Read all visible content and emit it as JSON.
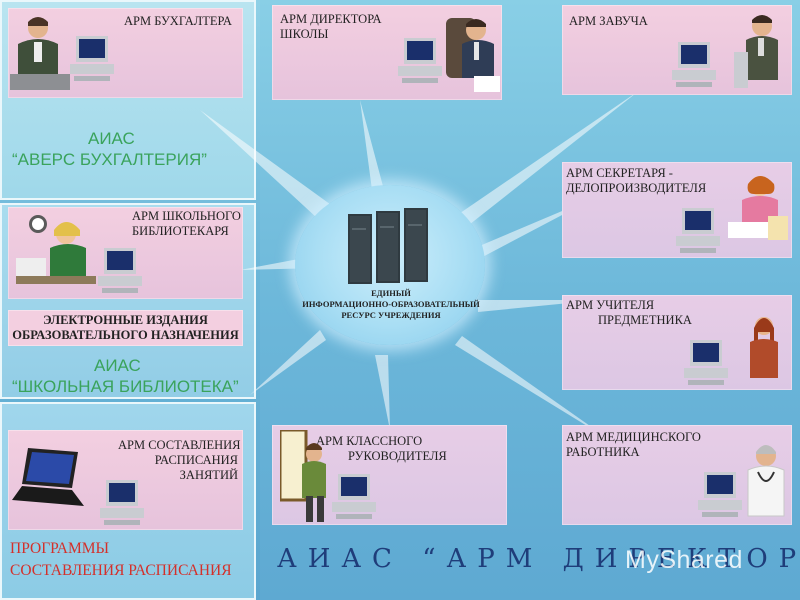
{
  "center": {
    "label_lines": [
      "ЕДИНЫЙ",
      "ИНФОРМАЦИОННО-ОБРАЗОВАТЕЛЬНЫЙ",
      "РЕСУРС УЧРЕЖДЕНИЯ"
    ]
  },
  "cards": {
    "buh": {
      "lines": [
        "АРМ БУХГАЛТЕРА"
      ]
    },
    "director": {
      "lines": [
        "АРМ ДИРЕКТОРА",
        "ШКОЛЫ"
      ]
    },
    "zavuch": {
      "lines": [
        "АРМ ЗАВУЧА"
      ]
    },
    "secretary": {
      "lines": [
        "АРМ СЕКРЕТАРЯ -",
        "ДЕЛОПРОИЗВОДИТЕЛЯ"
      ]
    },
    "librarian": {
      "lines": [
        "АРМ ШКОЛЬНОГО",
        "БИБЛИОТЕКАРЯ"
      ]
    },
    "teacher": {
      "lines": [
        "АРМ УЧИТЕЛЯ",
        "ПРЕДМЕТНИКА"
      ]
    },
    "schedule": {
      "lines": [
        "АРМ СОСТАВЛЕНИЯ",
        "РАСПИСАНИЯ",
        "ЗАНЯТИЙ"
      ]
    },
    "classteacher": {
      "lines": [
        "АРМ КЛАССНОГО",
        "РУКОВОДИТЕЛЯ"
      ]
    },
    "medical": {
      "lines": [
        "АРМ МЕДИЦИНСКОГО",
        "РАБОТНИКА"
      ]
    }
  },
  "groups": {
    "avers": {
      "lines": [
        "АИАС",
        "“АВЕРС БУХГАЛТЕРИЯ”"
      ]
    },
    "library": {
      "lines": [
        "АИАС",
        "“ШКОЛЬНАЯ БИБЛИОТЕКА”"
      ]
    },
    "e_editions": {
      "lines": [
        "ЭЛЕКТРОННЫЕ ИЗДАНИЯ",
        "ОБРАЗОВАТЕЛЬНОГО НАЗНАЧЕНИЯ"
      ]
    },
    "programs": {
      "lines": [
        "ПРОГРАММЫ",
        "СОСТАВЛЕНИЯ РАСПИСАНИЯ"
      ]
    }
  },
  "bottom_title": "АИАС “АРМ ДИРЕКТОР”",
  "watermark": "MyShared",
  "colors": {
    "background": "#6bb6d8",
    "card_pink": "#f0cde0",
    "group_green_text": "#3aa35c",
    "group_red_text": "#d4302a",
    "title_blue": "#1f3d7a",
    "left_panel": "#9fd8ea"
  }
}
